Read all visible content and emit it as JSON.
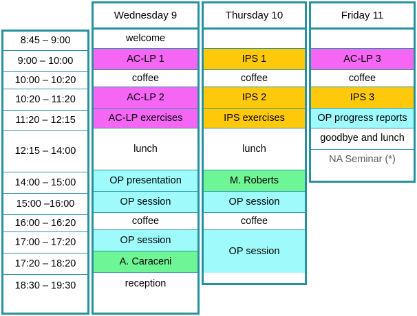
{
  "meta": {
    "title": "Conference schedule grid",
    "colors": {
      "border": "#2592A0",
      "magenta": "#F566F5",
      "gold": "#FFC90B",
      "cyan": "#9FFBFB",
      "green": "#6EF595",
      "white": "#FFFFFF",
      "muted_text": "#5A5A5A"
    }
  },
  "corner": {
    "label": ""
  },
  "day_headers": [
    {
      "label": "Wednesday 9"
    },
    {
      "label": "Thursday 10"
    },
    {
      "label": "Friday 11"
    }
  ],
  "times": [
    {
      "label": "8:45 – 9:00"
    },
    {
      "label": "9:00 – 10:00"
    },
    {
      "label": "10:00 – 10:20"
    },
    {
      "label": "10:20 – 11:20"
    },
    {
      "label": "11:20 – 12:15"
    },
    {
      "label": "12:15 – 14:00"
    },
    {
      "label": "14:00 – 15:00"
    },
    {
      "label": "15:00 –16:00"
    },
    {
      "label": "16:00 – 16:20"
    },
    {
      "label": "17:00 – 17:20"
    },
    {
      "label": "17:20 – 18:20"
    },
    {
      "label": "18:30 – 19:30"
    }
  ],
  "wednesday": [
    {
      "label": "welcome",
      "color": "white"
    },
    {
      "label": "AC-LP 1",
      "color": "magenta"
    },
    {
      "label": "coffee",
      "color": "white"
    },
    {
      "label": "AC-LP 2",
      "color": "magenta"
    },
    {
      "label": "AC-LP exercises",
      "color": "magenta"
    },
    {
      "label": "lunch",
      "color": "white"
    },
    {
      "label": "OP presentation",
      "color": "cyan"
    },
    {
      "label": "OP session",
      "color": "cyan"
    },
    {
      "label": "coffee",
      "color": "white"
    },
    {
      "label": "OP session",
      "color": "cyan"
    },
    {
      "label": "A. Caraceni",
      "color": "green"
    },
    {
      "label": "reception",
      "color": "white"
    }
  ],
  "thursday": [
    {
      "label": "",
      "color": "white"
    },
    {
      "label": "IPS 1",
      "color": "gold"
    },
    {
      "label": "coffee",
      "color": "white"
    },
    {
      "label": "IPS 2",
      "color": "gold"
    },
    {
      "label": "IPS exercises",
      "color": "gold"
    },
    {
      "label": "lunch",
      "color": "white"
    },
    {
      "label": "M. Roberts",
      "color": "green"
    },
    {
      "label": "OP session",
      "color": "cyan"
    },
    {
      "label": "coffee",
      "color": "white"
    },
    {
      "label": "OP session",
      "color": "cyan",
      "rowspan": 2
    }
  ],
  "friday": [
    {
      "label": "",
      "color": "white"
    },
    {
      "label": "AC-LP 3",
      "color": "magenta"
    },
    {
      "label": "coffee",
      "color": "white"
    },
    {
      "label": "IPS 3",
      "color": "gold"
    },
    {
      "label": "OP progress reports",
      "color": "cyan"
    },
    {
      "label": "goodbye and lunch",
      "color": "white"
    },
    {
      "label": "NA Seminar (*)",
      "color": "white",
      "muted": true
    }
  ]
}
